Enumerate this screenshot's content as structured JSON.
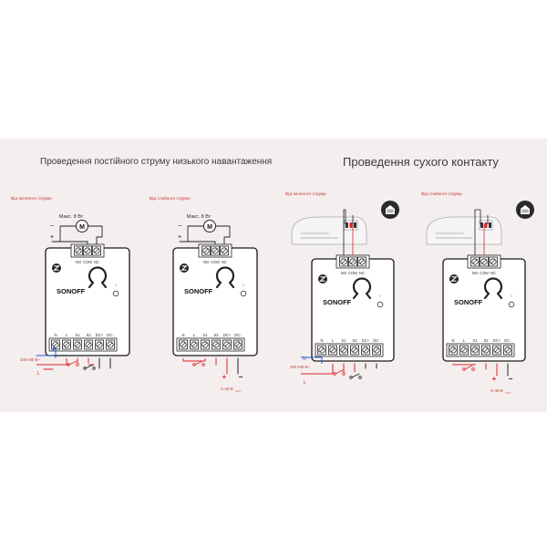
{
  "titles": {
    "low_voltage": "Проведення постійного струму низького навантаження",
    "dry_contact": "Проведення сухого контакту"
  },
  "diagrams": [
    {
      "source_label": "Від зеленого струму",
      "max_label": "Макс. 8 Вт",
      "power_label": "100-240 В~",
      "n": "N",
      "l": "L",
      "dc_label": ""
    },
    {
      "source_label": "Від слабкого струму",
      "max_label": "Макс. 8 Вт",
      "power_label": "",
      "n": "",
      "l": "",
      "dc_label": "5~48 В"
    },
    {
      "source_label": "Від зеленого струму",
      "max_label": "",
      "power_label": "100-240 В~",
      "n": "N",
      "l": "L",
      "dc_label": ""
    },
    {
      "source_label": "Від слабкого струму",
      "max_label": "",
      "power_label": "",
      "n": "",
      "l": "",
      "dc_label": "5~48 В"
    }
  ],
  "device": {
    "brand": "SONOFF",
    "top_terminals": [
      "NO",
      "COM",
      "NC"
    ],
    "bottom_terminals": [
      "N",
      "L",
      "S1",
      "S2",
      "DC+",
      "DC-"
    ]
  },
  "colors": {
    "band": "#f4eeee",
    "line": "#222222",
    "red": "#e0242b",
    "blue": "#2b5cd6"
  },
  "icons": [
    "motor-icon",
    "garage-door-icon",
    "zigbee-icon"
  ]
}
